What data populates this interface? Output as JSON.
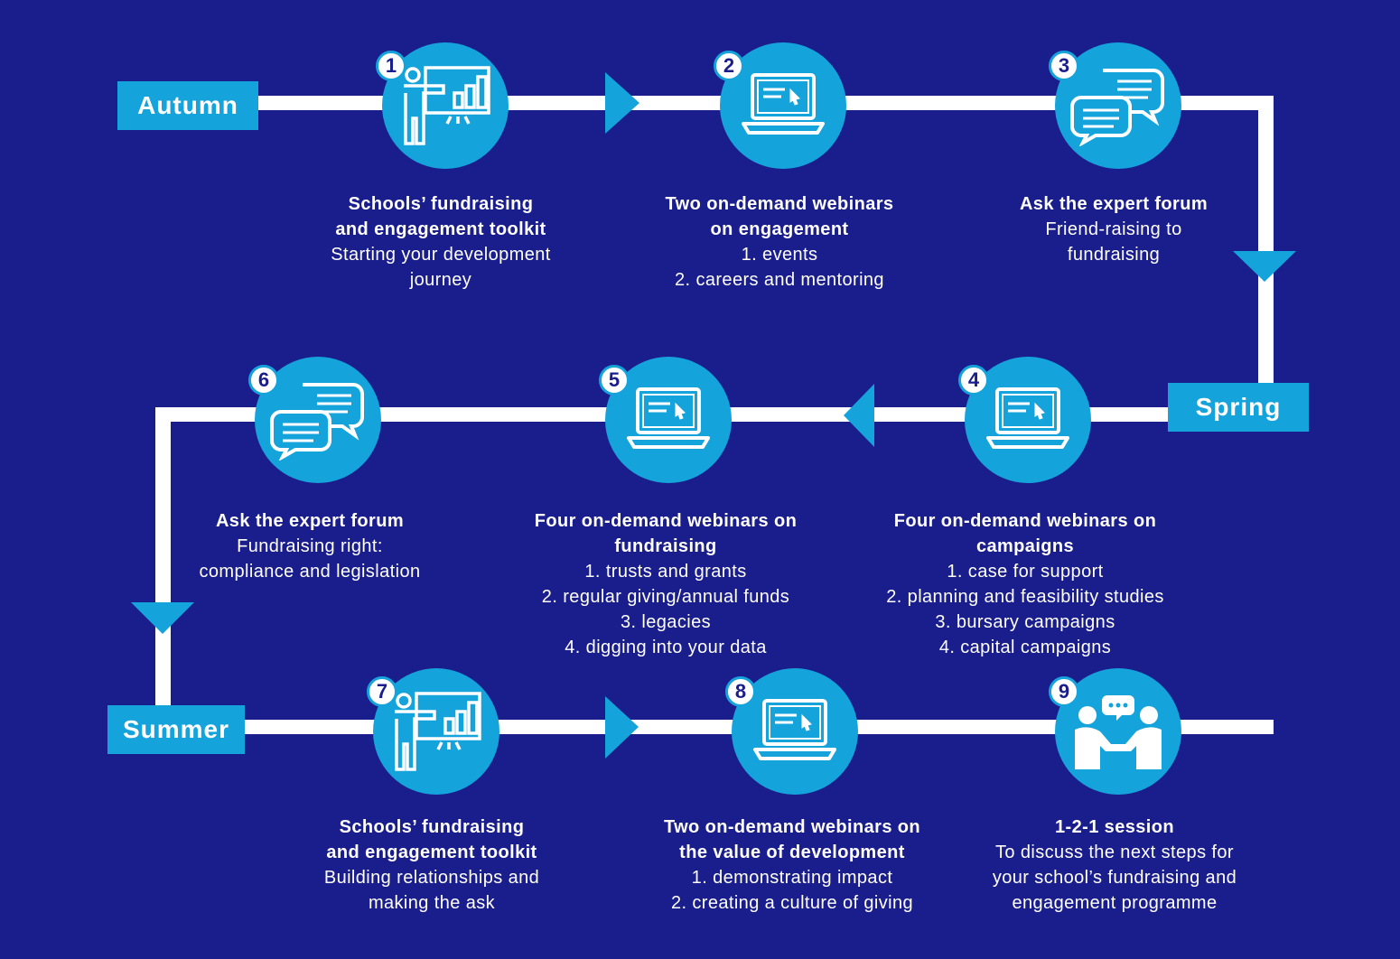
{
  "colors": {
    "background": "#1a1e8c",
    "accent": "#15a3dc",
    "path": "#ffffff"
  },
  "seasons": {
    "autumn": "Autumn",
    "spring": "Spring",
    "summer": "Summer"
  },
  "steps": [
    {
      "number": "1",
      "icon": "presentation-icon",
      "title": [
        "Schools’ fundraising",
        "and engagement toolkit"
      ],
      "body": [
        "Starting your development",
        "journey"
      ]
    },
    {
      "number": "2",
      "icon": "laptop-icon",
      "title": [
        "Two on-demand webinars",
        "on engagement"
      ],
      "body": [
        "1. events",
        "2. careers and mentoring"
      ]
    },
    {
      "number": "3",
      "icon": "chat-bubbles-icon",
      "title": [
        "Ask the expert forum"
      ],
      "body": [
        "Friend-raising to",
        "fundraising"
      ]
    },
    {
      "number": "4",
      "icon": "laptop-icon",
      "title": [
        "Four on-demand webinars on",
        "campaigns"
      ],
      "body": [
        "1. case for support",
        "2. planning and feasibility studies",
        "3. bursary campaigns",
        "4. capital campaigns"
      ]
    },
    {
      "number": "5",
      "icon": "laptop-icon",
      "title": [
        "Four on-demand webinars on",
        "fundraising"
      ],
      "body": [
        "1. trusts and grants",
        "2. regular giving/annual funds",
        "3. legacies",
        "4. digging into your data"
      ]
    },
    {
      "number": "6",
      "icon": "chat-bubbles-icon",
      "title": [
        "Ask the expert forum"
      ],
      "body": [
        "Fundraising right:",
        "compliance and legislation"
      ]
    },
    {
      "number": "7",
      "icon": "presentation-icon",
      "title": [
        "Schools’ fundraising",
        "and engagement toolkit"
      ],
      "body": [
        "Building relationships and",
        "making the ask"
      ]
    },
    {
      "number": "8",
      "icon": "laptop-icon",
      "title": [
        "Two on-demand webinars on",
        "the value of development"
      ],
      "body": [
        "1. demonstrating impact",
        "2. creating a culture of giving"
      ]
    },
    {
      "number": "9",
      "icon": "meeting-icon",
      "title": [
        "1-2-1 session"
      ],
      "body": [
        "To discuss the next steps for",
        "your school’s fundraising and",
        "engagement programme"
      ]
    }
  ]
}
